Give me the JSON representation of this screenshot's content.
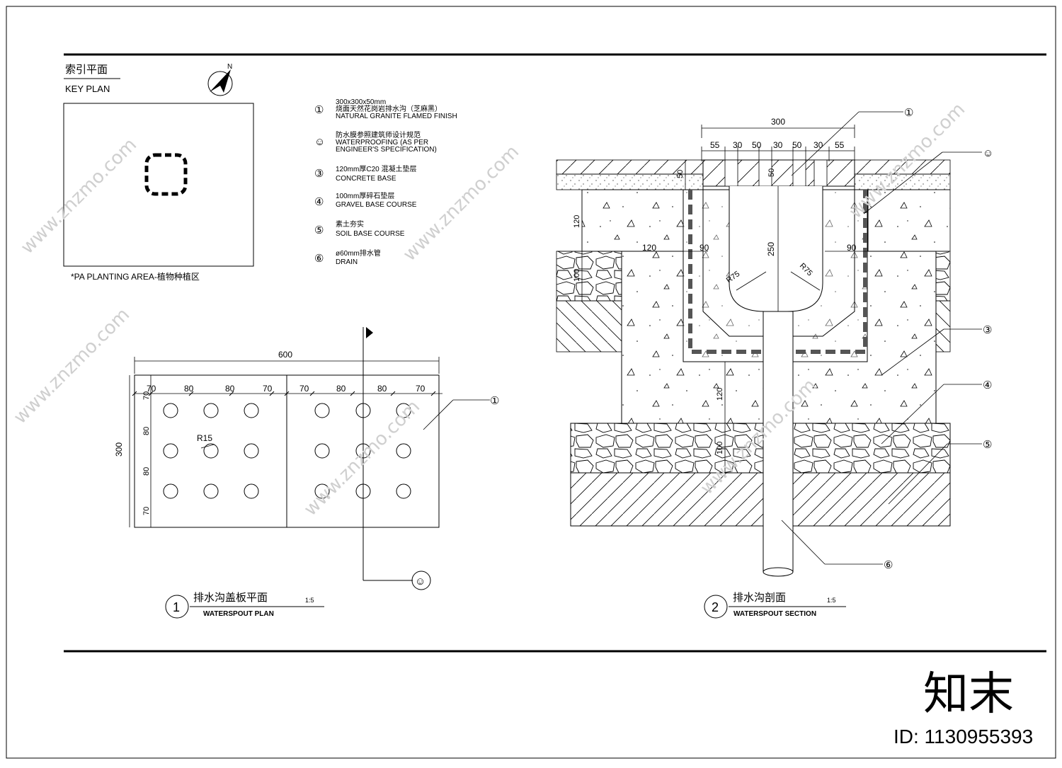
{
  "key_plan": {
    "title_cn": "索引平面",
    "title_en": "KEY PLAN",
    "north": "N",
    "note": "*PA    PLANTING AREA-植物种植区"
  },
  "legend": [
    {
      "num": "①",
      "lines": [
        "300x300x50mm",
        "烧面天然花岗岩排水沟（芝麻黑）",
        "NATURAL GRANITE FLAMED FINISH"
      ]
    },
    {
      "num": "☺",
      "lines": [
        "防水膜参照建筑师设计规范",
        "WATERPROOFING (AS PER",
        "ENGINEER'S  SPECIFICATION)"
      ]
    },
    {
      "num": "③",
      "lines": [
        "120mm厚C20 混凝土垫层",
        "CONCRETE BASE"
      ]
    },
    {
      "num": "④",
      "lines": [
        "100mm厚碎石垫层",
        "GRAVEL BASE COURSE"
      ]
    },
    {
      "num": "⑤",
      "lines": [
        "素土夯实",
        "SOIL BASE COURSE"
      ]
    },
    {
      "num": "⑥",
      "lines": [
        "ø60mm排水管",
        "DRAIN"
      ]
    }
  ],
  "plan": {
    "overall_width": "600",
    "overall_height": "300",
    "top_dims": [
      "70",
      "80",
      "80",
      "70",
      "70",
      "80",
      "80",
      "70"
    ],
    "side_dims": [
      "70",
      "80",
      "80",
      "70"
    ],
    "radius_label": "R15",
    "callout": "①",
    "section_mark": "☺",
    "title_num": "1",
    "title_cn": "排水沟盖板平面",
    "title_en": "WATERSPOUT PLAN",
    "scale": "1:5"
  },
  "section": {
    "overall_width": "300",
    "top_dims": [
      "55",
      "30",
      "50",
      "30",
      "50",
      "30",
      "55"
    ],
    "dim_50a": "50",
    "dim_50b": "50",
    "dim_250": "250",
    "dim_120_left": "120",
    "dim_100_left": "100",
    "dim_120_mid": "120",
    "dim_90_left": "90",
    "dim_90_right": "90",
    "dim_120_bottom": "120",
    "dim_100_bottom": "100",
    "r_left": "R75",
    "r_right": "R75",
    "callouts": [
      "①",
      "☺",
      "③",
      "④",
      "⑤",
      "⑥"
    ],
    "title_num": "2",
    "title_cn": "排水沟剖面",
    "title_en": "WATERSPOUT SECTION",
    "scale": "1:5"
  },
  "watermark": {
    "brand": "知末",
    "site": "www.znzmo.com",
    "id": "ID: 1130955393"
  }
}
